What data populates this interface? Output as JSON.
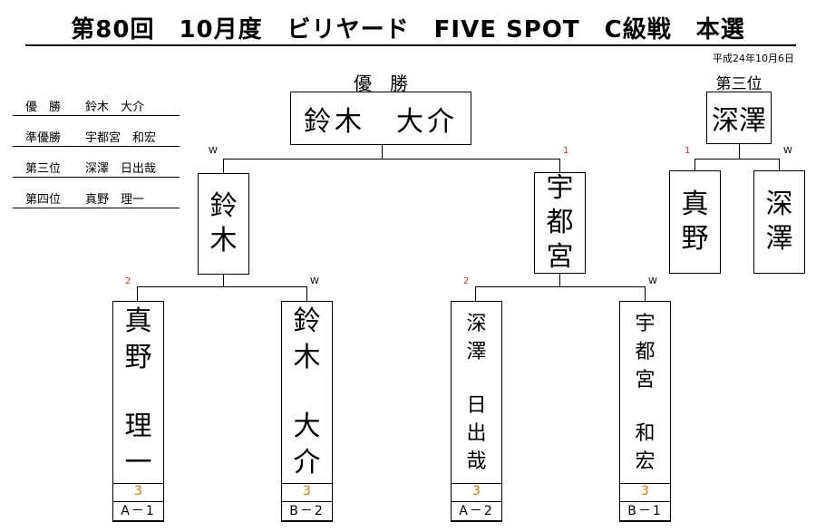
{
  "header": {
    "title": "第80回　10月度　ビリヤード　FIVE SPOT　C級戦　本選",
    "date": "平成24年10月6日"
  },
  "results": [
    {
      "rank": "優　勝",
      "name": "鈴木　大介"
    },
    {
      "rank": "準優勝",
      "name": "宇都宮　和宏"
    },
    {
      "rank": "第三位",
      "name": "深澤　日出哉"
    },
    {
      "rank": "第四位",
      "name": "真野　理一"
    }
  ],
  "final": {
    "label": "優　勝",
    "winner": "鈴木　大介"
  },
  "semifinals": [
    {
      "name_chars": [
        "鈴",
        "木"
      ],
      "mark": "W",
      "mark_color": "#000000"
    },
    {
      "name_chars": [
        "宇",
        "都",
        "宮"
      ],
      "mark": "1",
      "mark_color": "#e03020"
    }
  ],
  "third_place": {
    "label": "第三位",
    "winner": "深澤",
    "players": [
      {
        "name_chars": [
          "真",
          "野"
        ],
        "mark": "1",
        "mark_color": "#e03020"
      },
      {
        "name_chars": [
          "深",
          "澤"
        ],
        "mark": "W",
        "mark_color": "#000000"
      }
    ]
  },
  "first_round": [
    {
      "surname": [
        "真",
        "野"
      ],
      "given": [
        "理",
        "一"
      ],
      "mark": "2",
      "score": "3",
      "code": "A－1"
    },
    {
      "surname": [
        "鈴",
        "木"
      ],
      "given": [
        "大",
        "介"
      ],
      "mark": "W",
      "score": "3",
      "code": "B－2"
    },
    {
      "surname": [
        "深",
        "澤"
      ],
      "given": [
        "日",
        "出",
        "哉"
      ],
      "mark": "2",
      "score": "3",
      "code": "A－2"
    },
    {
      "surname": [
        "宇",
        "都",
        "宮"
      ],
      "given": [
        "和",
        "宏"
      ],
      "mark": "W",
      "score": "3",
      "code": "B－1"
    }
  ],
  "colors": {
    "loss_mark": "#e03020",
    "score": "#e07000",
    "line": "#000000"
  }
}
